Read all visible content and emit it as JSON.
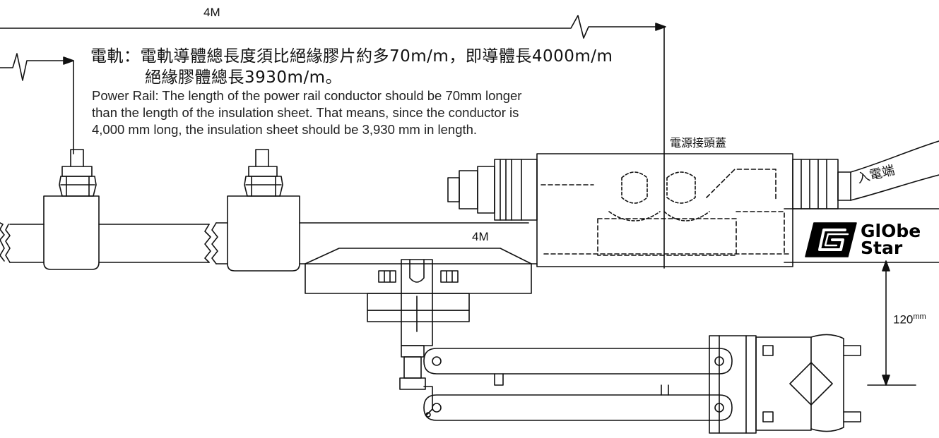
{
  "dimensions": {
    "top_length": "4M",
    "mid_length": "4M",
    "height": "120",
    "height_unit": "mm"
  },
  "note_cn": {
    "line1": "電軌：電軌導體總長度須比絕緣膠片約多70m/m，即導體長4000m/m",
    "line2": "絕緣膠體總長3930m/m。"
  },
  "note_en": {
    "line1": "Power Rail: The length of the power rail conductor should be 70mm longer",
    "line2": "than the length of the insulation sheet. That means, since the conductor is",
    "line3": "4,000 mm long, the insulation sheet should be 3,930 mm in length."
  },
  "labels": {
    "power_cap": "電源接頭蓋",
    "power_in": "入電端"
  },
  "logo": {
    "line1": "GlObe",
    "line2": "Star"
  },
  "colors": {
    "ink": "#111111",
    "logo": "#000000"
  }
}
